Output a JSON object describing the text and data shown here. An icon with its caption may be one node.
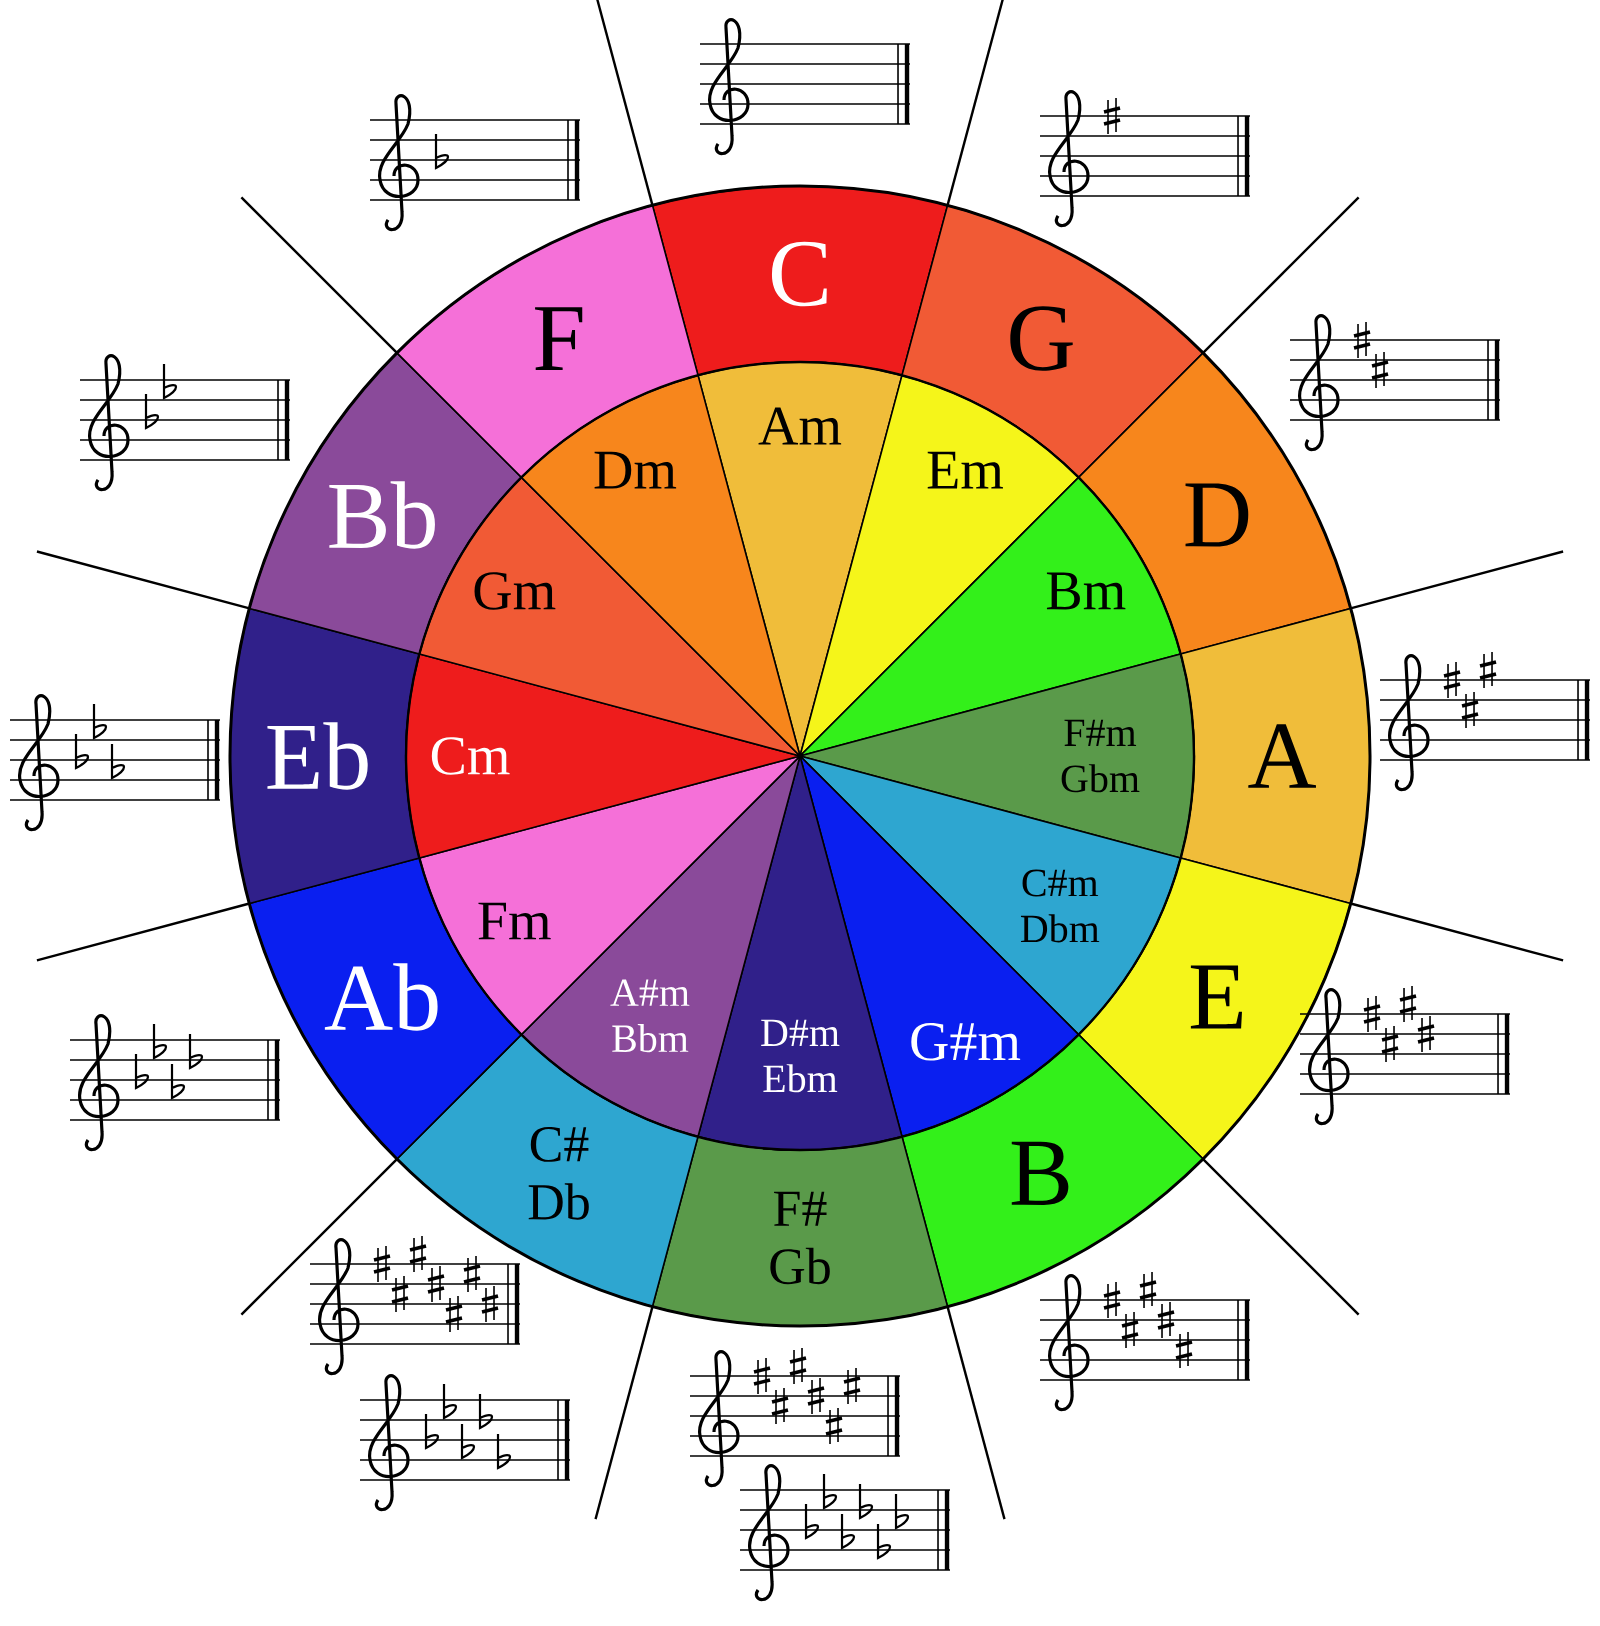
{
  "diagram": {
    "nodes": [
      {
        "text": [
          "C"
        ]
      },
      {
        "text": [
          "G"
        ]
      },
      {
        "text": [
          "D"
        ]
      },
      {
        "text": [
          "A"
        ]
      },
      {
        "text": [
          "E"
        ]
      },
      {
        "text": [
          "B"
        ]
      },
      {
        "text": [
          "F#",
          "Gb"
        ]
      },
      {
        "text": [
          "C#",
          "Db"
        ]
      },
      {
        "text": [
          "Ab"
        ]
      },
      {
        "text": [
          "Eb"
        ]
      },
      {
        "text": [
          "Bb"
        ]
      },
      {
        "text": [
          "F"
        ]
      },
      {
        "text": [
          "Am"
        ]
      },
      {
        "text": [
          "Em"
        ]
      },
      {
        "text": [
          "Bm"
        ]
      },
      {
        "text": [
          "F#m",
          "Gbm"
        ]
      },
      {
        "text": [
          "C#m",
          "Dbm"
        ]
      },
      {
        "text": [
          "G#m"
        ]
      },
      {
        "text": [
          "D#m",
          "Ebm"
        ]
      },
      {
        "text": [
          "A#m",
          "Bbm"
        ]
      },
      {
        "text": [
          "Fm"
        ]
      },
      {
        "text": [
          "Cm"
        ]
      },
      {
        "text": [
          "Gm"
        ]
      },
      {
        "text": [
          "Dm"
        ]
      }
    ]
  }
}
